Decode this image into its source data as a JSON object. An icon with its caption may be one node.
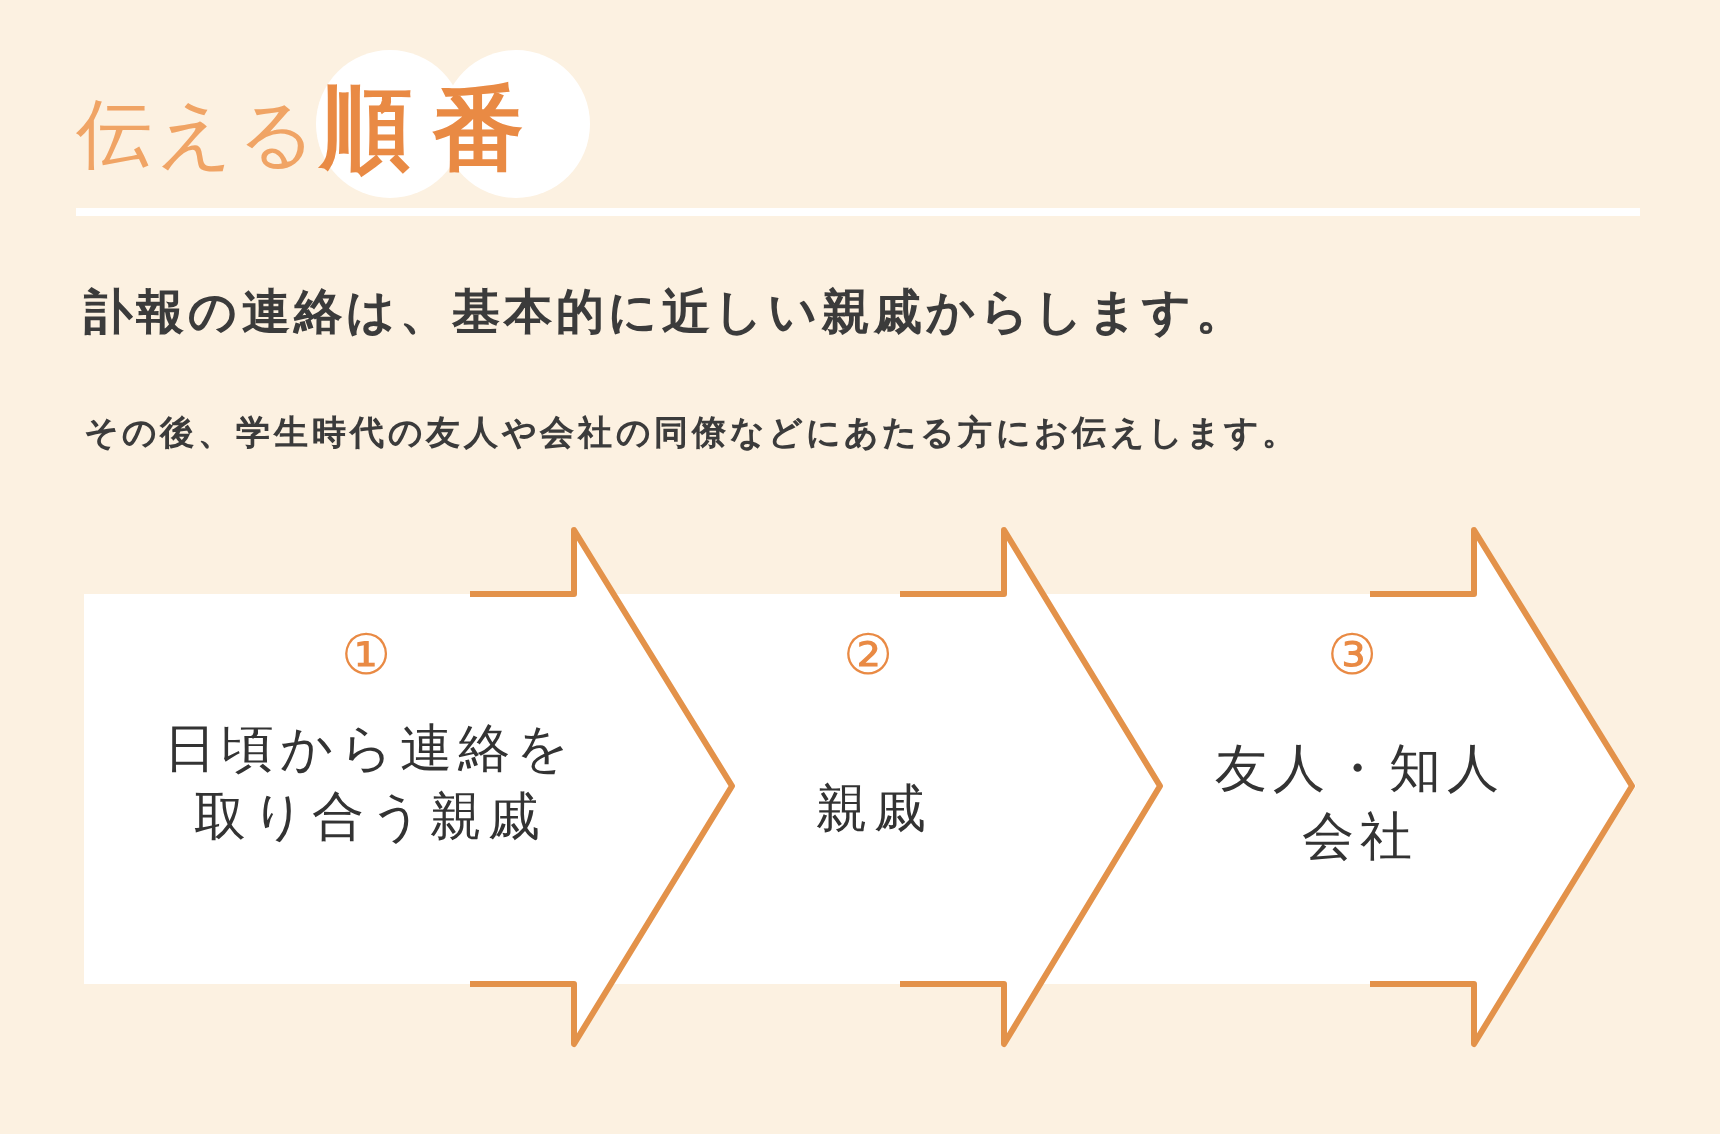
{
  "diagram": {
    "title": "伝える**順番**",
    "nodes": [
      {
        "text": [
          "①",
          "日頃から連絡を取り合う親戚"
        ]
      },
      {
        "text": [
          "②",
          "親戚"
        ]
      },
      {
        "text": [
          "③",
          "友人・知人会社"
        ]
      }
    ],
    "labels": [
      "訃報の連絡は、基本的に近しい親戚からします。",
      "その後、学生時代の友人や会社の同僚などにあたる方にお伝えします。"
    ]
  }
}
